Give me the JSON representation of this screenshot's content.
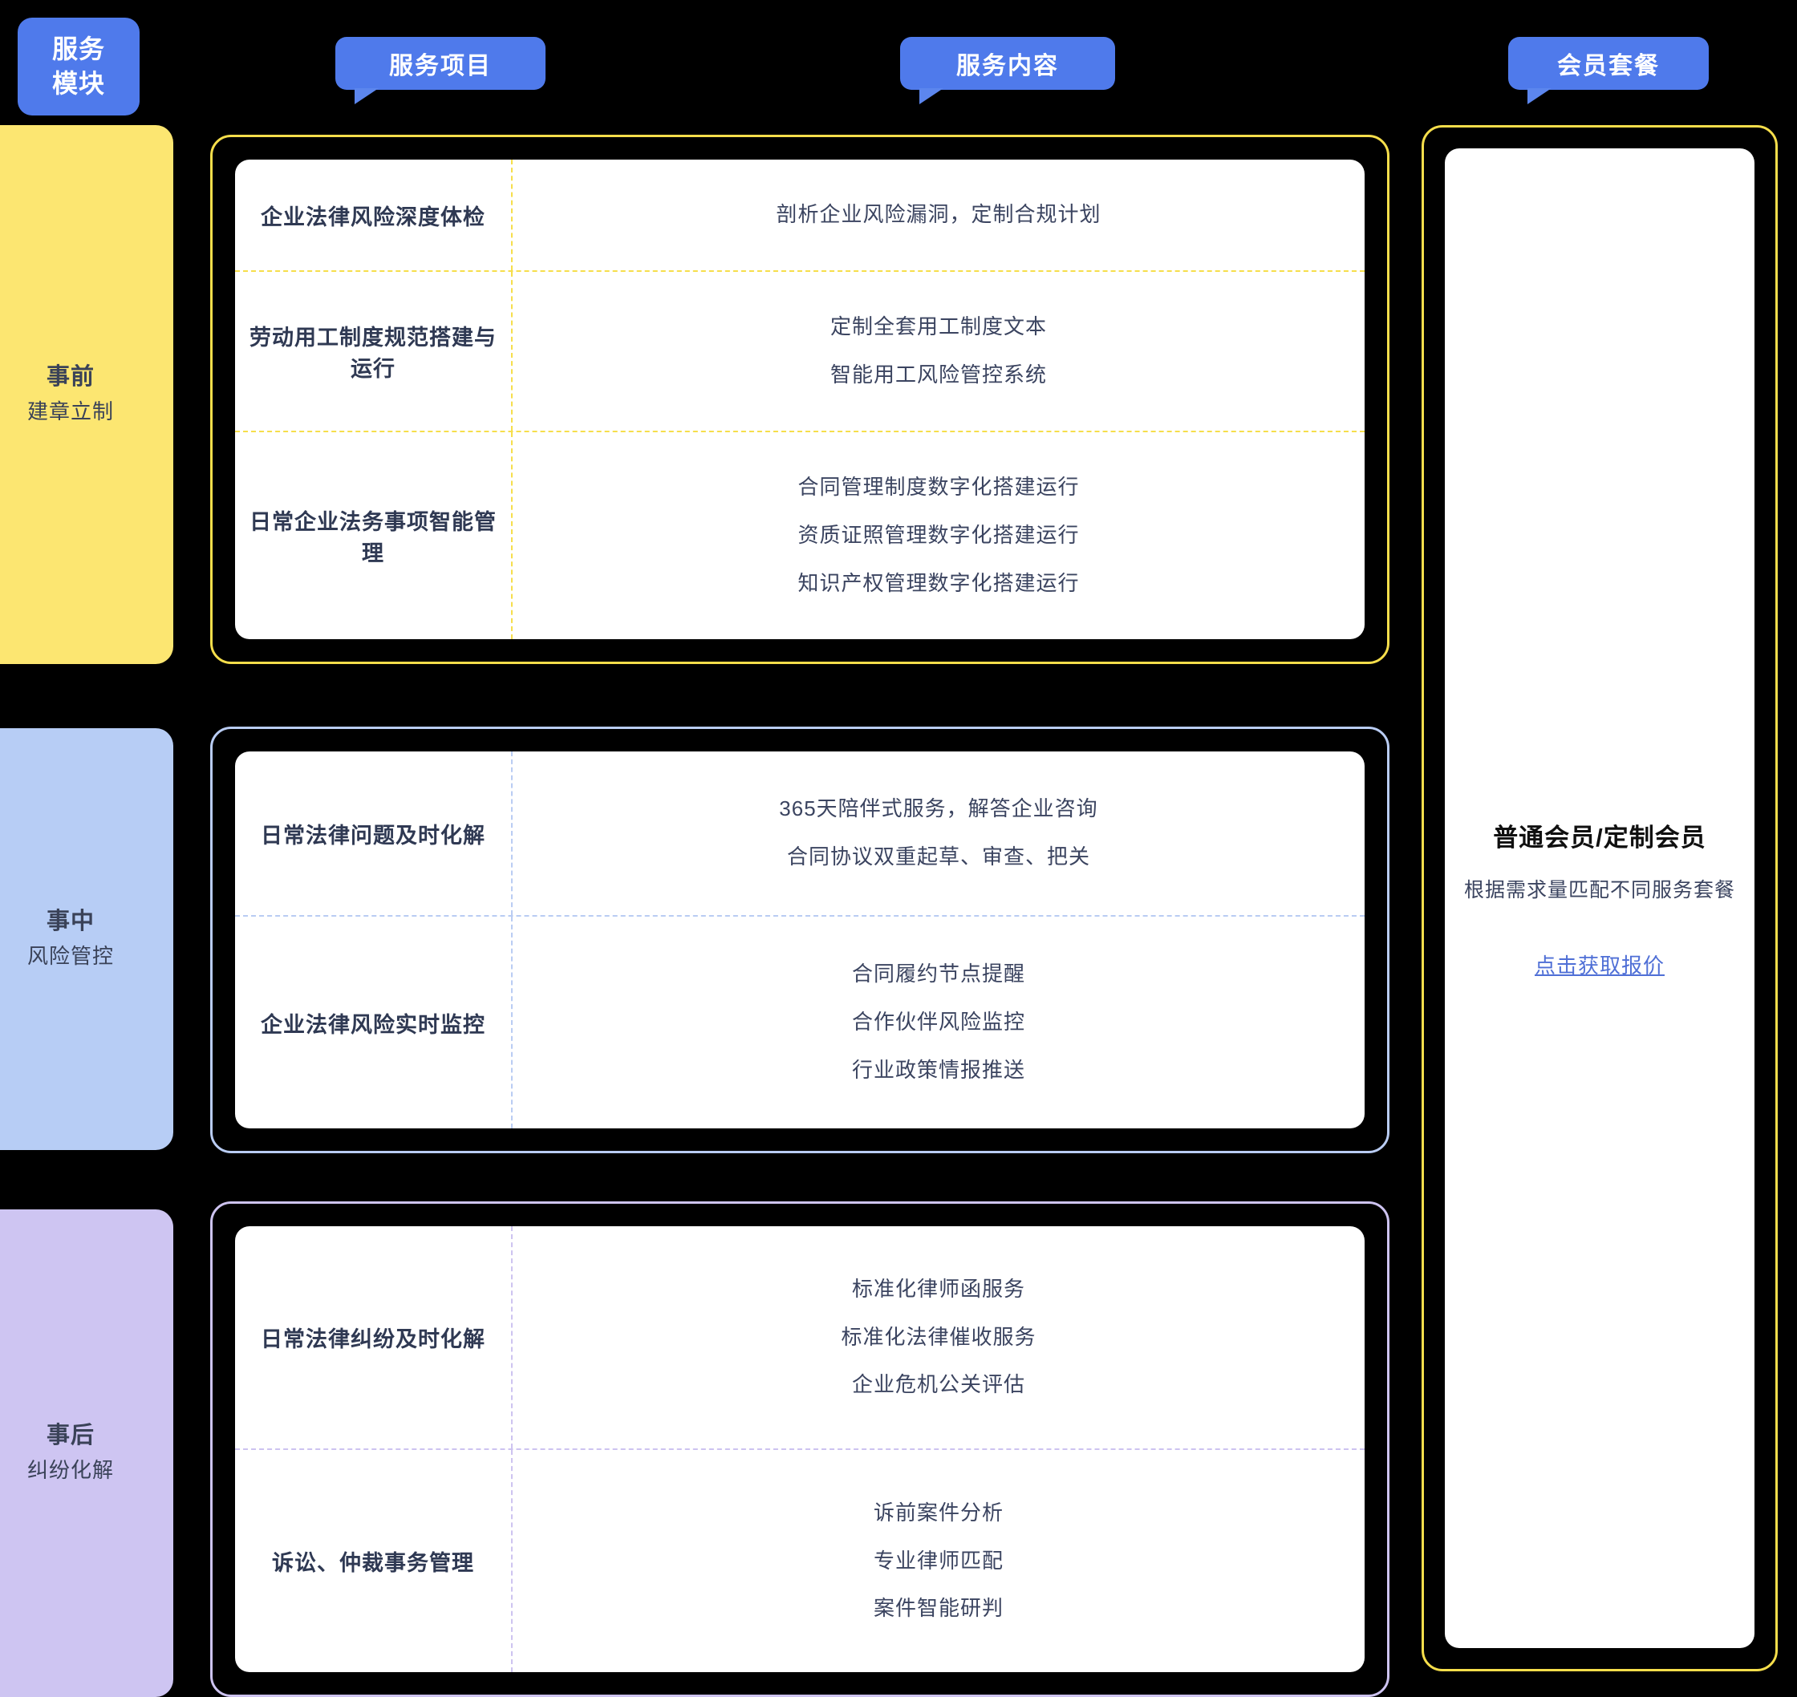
{
  "header": {
    "module_label": [
      "服务",
      "模块"
    ],
    "item_label": "服务项目",
    "content_label": "服务内容",
    "plan_label": "会员套餐"
  },
  "colors": {
    "brand_blue": "#4F7AEB",
    "stage_pre": "#FCE671",
    "stage_mid": "#B7CDF5",
    "stage_post": "#CEC5F2",
    "text_dark": "#2F3953",
    "link_blue": "#4F6FD6"
  },
  "sections": [
    {
      "module_title": "事前",
      "module_subtitle": "建章立制",
      "rows": [
        {
          "item": "企业法律风险深度体检",
          "contents": [
            "剖析企业风险漏洞，定制合规计划"
          ]
        },
        {
          "item": "劳动用工制度规范搭建与运行",
          "contents": [
            "定制全套用工制度文本",
            "智能用工风险管控系统"
          ]
        },
        {
          "item": "日常企业法务事项智能管理",
          "contents": [
            "合同管理制度数字化搭建运行",
            "资质证照管理数字化搭建运行",
            "知识产权管理数字化搭建运行"
          ]
        }
      ]
    },
    {
      "module_title": "事中",
      "module_subtitle": "风险管控",
      "rows": [
        {
          "item": "日常法律问题及时化解",
          "contents": [
            "365天陪伴式服务，解答企业咨询",
            "合同协议双重起草、审查、把关"
          ]
        },
        {
          "item": "企业法律风险实时监控",
          "contents": [
            "合同履约节点提醒",
            "合作伙伴风险监控",
            "行业政策情报推送"
          ]
        }
      ]
    },
    {
      "module_title": "事后",
      "module_subtitle": "纠纷化解",
      "rows": [
        {
          "item": "日常法律纠纷及时化解",
          "contents": [
            "标准化律师函服务",
            "标准化法律催收服务",
            "企业危机公关评估"
          ]
        },
        {
          "item": "诉讼、仲裁事务管理",
          "contents": [
            "诉前案件分析",
            "专业律师匹配",
            "案件智能研判"
          ]
        }
      ]
    }
  ],
  "plan": {
    "title": "普通会员/定制会员",
    "subtitle": "根据需求量匹配不同服务套餐",
    "link": "点击获取报价"
  }
}
